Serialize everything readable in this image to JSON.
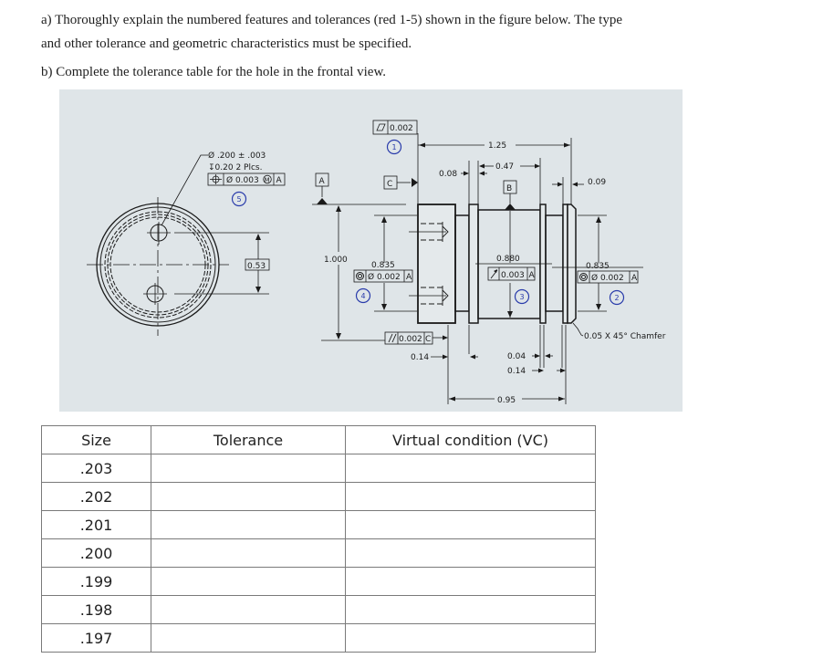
{
  "questions": {
    "a_line1": "a) Thoroughly explain the numbered features and tolerances (red 1-5) shown in the figure below. The type",
    "a_line2": "and other tolerance and geometric characteristics must be specified.",
    "b": "b) Complete the tolerance table for the hole in the frontal view."
  },
  "figure": {
    "front_view": {
      "hole_callout_size": "Ø .200 ± .003",
      "hole_callout_depth": "↧0.20 2 Plcs.",
      "position_fcf": {
        "symbol": "⌖",
        "tolerance": "Ø 0.003",
        "modifier": "M",
        "datum": "A"
      },
      "balloon": "5",
      "hole_spacing": "0.53"
    },
    "side_view": {
      "datum_a": "A",
      "datum_b": "B",
      "datum_c": "C",
      "overall_diameter": "1.000",
      "flatness_fcf": {
        "symbol": "▱",
        "tolerance": "0.002"
      },
      "balloon_1": "1",
      "left_diameter": "0.835",
      "concentricity_left_fcf": {
        "symbol": "◎",
        "tolerance": "Ø 0.002",
        "datum": "A"
      },
      "balloon_4": "4",
      "center_diameter": "0.880",
      "runout_fcf": {
        "symbol": "↗",
        "tolerance": "0.003",
        "datum": "A"
      },
      "balloon_3": "3",
      "right_diameter": "0.835",
      "concentricity_right_fcf": {
        "symbol": "◎",
        "tolerance": "Ø 0.002",
        "datum": "A"
      },
      "balloon_2": "2",
      "parallelism_fcf": {
        "symbol": "//",
        "tolerance": "0.002",
        "datum": "C"
      },
      "dim_1_25": "1.25",
      "dim_0_47": "0.47",
      "dim_0_08": "0.08",
      "dim_0_09": "0.09",
      "dim_0_14_left": "0.14",
      "dim_0_04": "0.04",
      "dim_0_14_right": "0.14",
      "dim_0_95": "0.95",
      "chamfer": "0.05 X 45° Chamfer"
    }
  },
  "table": {
    "headers": [
      "Size",
      "Tolerance",
      "Virtual condition (VC)"
    ],
    "rows": [
      {
        "size": ".203",
        "tolerance": "",
        "vc": ""
      },
      {
        "size": ".202",
        "tolerance": "",
        "vc": ""
      },
      {
        "size": ".201",
        "tolerance": "",
        "vc": ""
      },
      {
        "size": ".200",
        "tolerance": "",
        "vc": ""
      },
      {
        "size": ".199",
        "tolerance": "",
        "vc": ""
      },
      {
        "size": ".198",
        "tolerance": "",
        "vc": ""
      },
      {
        "size": ".197",
        "tolerance": "",
        "vc": ""
      }
    ]
  },
  "colors": {
    "balloon": "#2a3cab",
    "drawing_bg": "#dfe5e8",
    "line": "#1a1a1a"
  }
}
